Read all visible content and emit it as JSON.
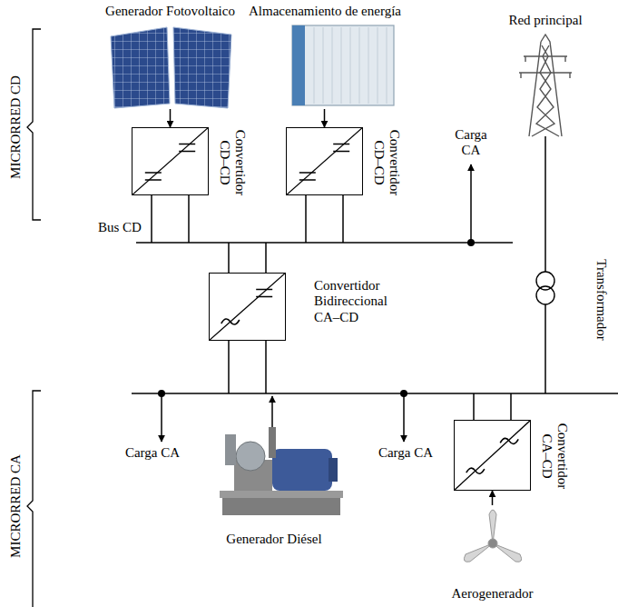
{
  "diagram": {
    "nodes": [
      {
        "text": [
          "Generador Fotovoltaico"
        ]
      },
      {
        "text": [
          "Convertidor CD–CD"
        ]
      },
      {
        "text": [
          "Almacenamiento de energía"
        ]
      },
      {
        "text": [
          "Convertidor CD–CD"
        ]
      },
      {
        "text": [
          "Red principal"
        ]
      },
      {
        "text": [
          "Convertidor Bidireccional CA–CD"
        ]
      },
      {
        "text": [
          "Generador Diésel"
        ]
      },
      {
        "text": [
          "Convertidor CA–CD"
        ]
      },
      {
        "text": [
          "Aerogenerador"
        ]
      }
    ],
    "edges": [
      {
        "from": 0,
        "to": 1,
        "arrow": "to"
      },
      {
        "from": 2,
        "to": 3,
        "arrow": "to"
      },
      {
        "from": 8,
        "to": 7,
        "arrow": "to"
      }
    ],
    "labels": [
      "MICRORRED CD",
      "Bus CD",
      "Carga CA",
      "Transformador",
      "MICRORRED CA",
      "Carga CA",
      "Carga CA"
    ]
  }
}
